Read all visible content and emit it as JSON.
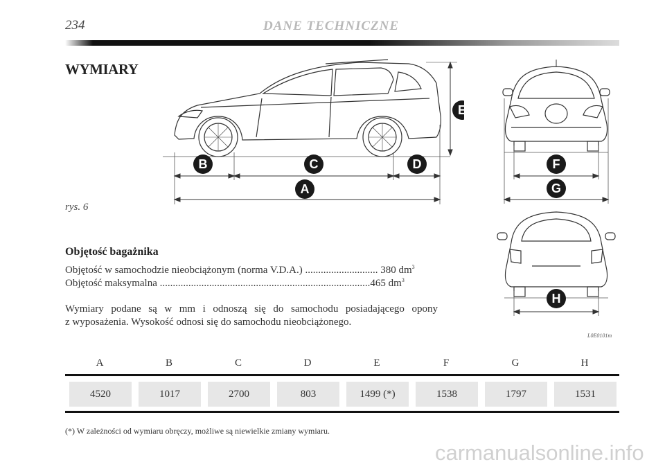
{
  "header": {
    "page_number": "234",
    "chapter_title": "DANE TECHNICZNE"
  },
  "section": {
    "title": "WYMIARY"
  },
  "figure": {
    "caption": "rys. 6",
    "image_code": "L0E0101m",
    "labels": {
      "a": "A",
      "b": "B",
      "c": "C",
      "d": "D",
      "e": "E",
      "f": "F",
      "g": "G",
      "h": "H"
    }
  },
  "trunk": {
    "title": "Objętość bagażnika",
    "line1_text": "Objętość w samochodzie nieobciążonym (norma V.D.A.) ............................ 380 dm",
    "line1_unit_exp": "3",
    "line2_text": "Objętość maksymalna .................................................................................465 dm",
    "line2_unit_exp": "3"
  },
  "note": {
    "line1": "Wymiary podane są w mm i odnoszą się do samochodu posiadającego opony",
    "line2": "z wyposażenia. Wysokość odnosi się do samochodu nieobciążonego."
  },
  "table": {
    "headers": [
      "A",
      "B",
      "C",
      "D",
      "E",
      "F",
      "G",
      "H"
    ],
    "values": [
      "4520",
      "1017",
      "2700",
      "803",
      "1499 (*)",
      "1538",
      "1797",
      "1531"
    ]
  },
  "footnote": "(*) W zależności od wymiaru obręczy, możliwe są niewielkie zmiany wymiaru.",
  "watermark": "carmanualsonline.info"
}
